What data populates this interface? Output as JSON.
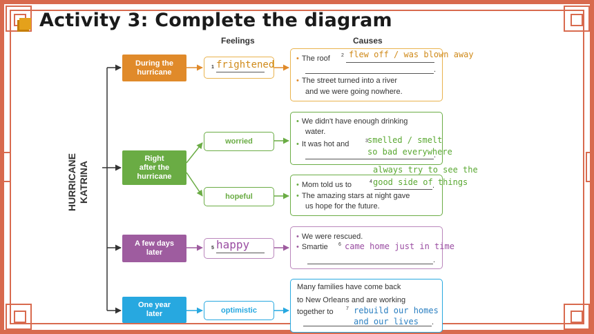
{
  "title": "Activity 3: Complete the diagram",
  "headers": {
    "feelings": "Feelings",
    "causes": "Causes"
  },
  "side_label": [
    "HURRICANE",
    "KATRINA"
  ],
  "colors": {
    "orange": "#e08a2a",
    "green": "#6aac44",
    "purple": "#9e5c9f",
    "blue": "#27a8e0",
    "frame": "#d86a4e",
    "answer_orange": "#d08a1a",
    "answer_green": "#5aa832",
    "answer_purple": "#9a4da2",
    "answer_blue": "#2a7fc1"
  },
  "stages": {
    "during": [
      "During the",
      "hurricane"
    ],
    "right_after": [
      "Right",
      "after the",
      "hurricane"
    ],
    "few_days": [
      "A few days",
      "later"
    ],
    "one_year": [
      "One year",
      "later"
    ]
  },
  "feelings": {
    "worried": "worried",
    "hopeful": "hopeful",
    "optimistic": "optimistic"
  },
  "numbers": {
    "n1": "1",
    "n2": "2",
    "n3": "3",
    "n4": "4",
    "n5": "5",
    "n6": "6",
    "n7": "7"
  },
  "causes": {
    "during": {
      "line1": "The roof",
      "dot": ".",
      "line2a": "The street turned into a river",
      "line2b": "and we were going nowhere."
    },
    "worried": {
      "line1a": "We didn't have enough drinking",
      "line1b": "water.",
      "line2": "It was hot and",
      "dot": "."
    },
    "hopeful": {
      "line1": "Mom told us to",
      "dot": ".",
      "line2a": "The amazing stars at night gave",
      "line2b": "us hope for the future."
    },
    "few_days": {
      "line1": "We were rescued.",
      "line2": "Smartie",
      "dot": "."
    },
    "one_year": {
      "line1": "Many families have come back",
      "line2": "to New Orleans and are working",
      "line3": "together to",
      "dot": "."
    }
  },
  "answers": {
    "a1": "frightened",
    "a2": "flew off / was blown away",
    "a3": [
      "smelled / smelt",
      "so bad everywhere"
    ],
    "a4": [
      "always try to see the",
      "good side of things"
    ],
    "a5": "happy",
    "a6": "came home just in time",
    "a7": [
      "rebuild our homes",
      "and our lives"
    ]
  }
}
